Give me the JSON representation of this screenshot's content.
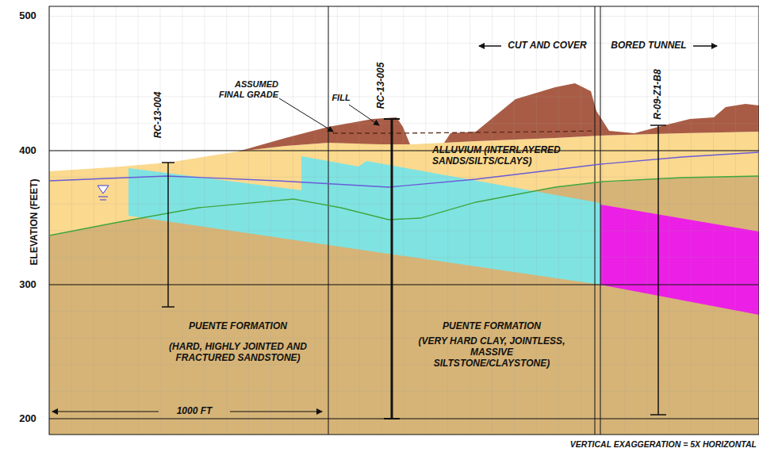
{
  "diagram": {
    "labels": [
      "500",
      "400",
      "300",
      "200",
      "ELEVATION (FEET)",
      "CUT AND COVER",
      "BORED TUNNEL",
      "ASSUMED FINAL GRADE",
      "FILL",
      "RC-13-004",
      "RC-13-005",
      "R-09-Z1-B8",
      "ALLUVIUM (INTERLAYERED SANDS/SILTS/CLAYS)",
      "PUENTE FORMATION",
      "(HARD, HIGHLY JOINTED AND FRACTURED SANDSTONE)",
      "PUENTE FORMATION",
      "(VERY HARD CLAY, JOINTLESS, MASSIVE SILTSTONE/CLAYSTONE)",
      "1000 FT",
      "VERTICAL EXAGGERATION = 5X HORIZONTAL"
    ]
  }
}
